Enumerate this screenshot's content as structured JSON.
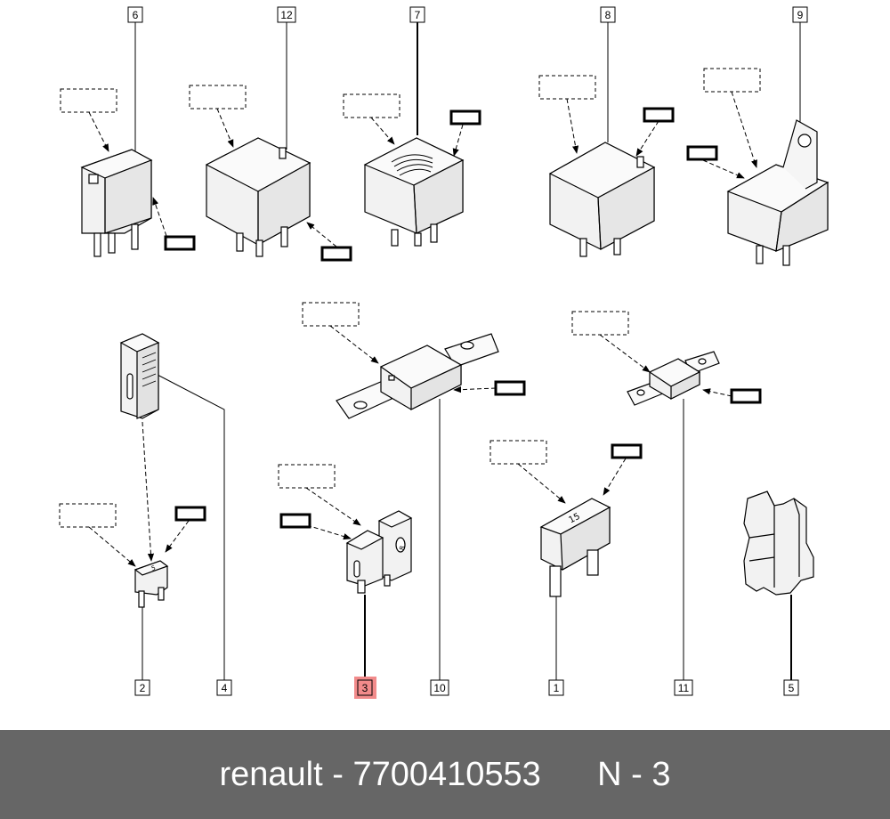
{
  "diagram": {
    "callouts": [
      {
        "id": "6",
        "highlight": false
      },
      {
        "id": "12",
        "highlight": false
      },
      {
        "id": "7",
        "highlight": false
      },
      {
        "id": "8",
        "highlight": false
      },
      {
        "id": "9",
        "highlight": false
      },
      {
        "id": "2",
        "highlight": false
      },
      {
        "id": "4",
        "highlight": false
      },
      {
        "id": "3",
        "highlight": true
      },
      {
        "id": "10",
        "highlight": false
      },
      {
        "id": "1",
        "highlight": false
      },
      {
        "id": "11",
        "highlight": false
      },
      {
        "id": "5",
        "highlight": false
      }
    ],
    "fuse_marks": {
      "fuse_1": "15",
      "fuse_2": "5",
      "fuse_3": "8"
    },
    "colors": {
      "highlight": "#f28b8b",
      "line": "#000000",
      "part_fill": "#f2f2f2",
      "footer_bg": "#666666",
      "footer_text": "#ffffff"
    }
  },
  "footer": {
    "part_ref": "renault - 7700410553",
    "position": "N - 3"
  }
}
